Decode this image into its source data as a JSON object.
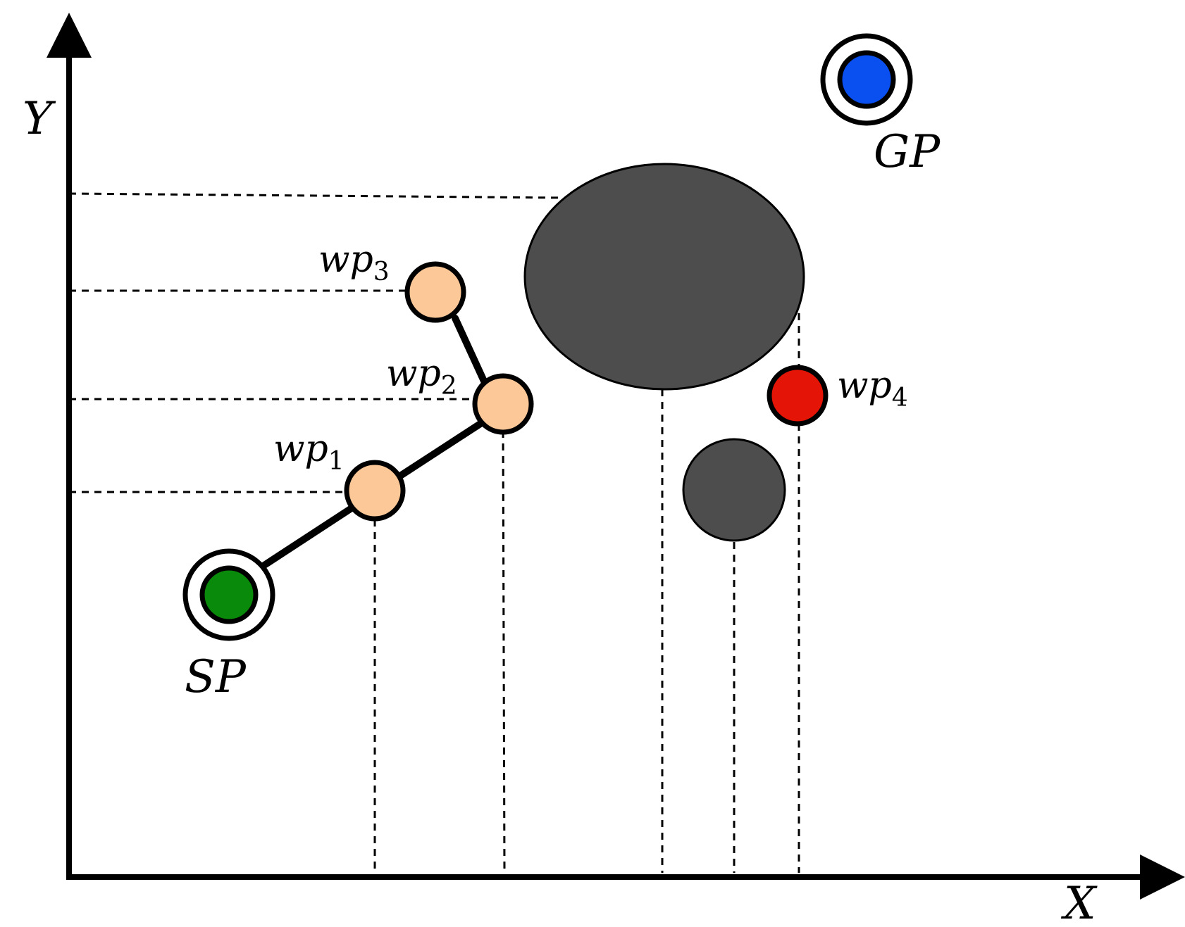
{
  "axes": {
    "x_label": "X",
    "y_label": "Y"
  },
  "points": {
    "start": {
      "label": "SP",
      "color": "#0a8a0a"
    },
    "goal": {
      "label": "GP",
      "color": "#0a4ff0"
    }
  },
  "waypoints": [
    {
      "name": "wp",
      "index": "1",
      "color": "#fcc898"
    },
    {
      "name": "wp",
      "index": "2",
      "color": "#fcc898"
    },
    {
      "name": "wp",
      "index": "3",
      "color": "#fcc898"
    },
    {
      "name": "wp",
      "index": "4",
      "color": "#e41506"
    }
  ],
  "obstacles": {
    "color": "#4d4d4d"
  }
}
